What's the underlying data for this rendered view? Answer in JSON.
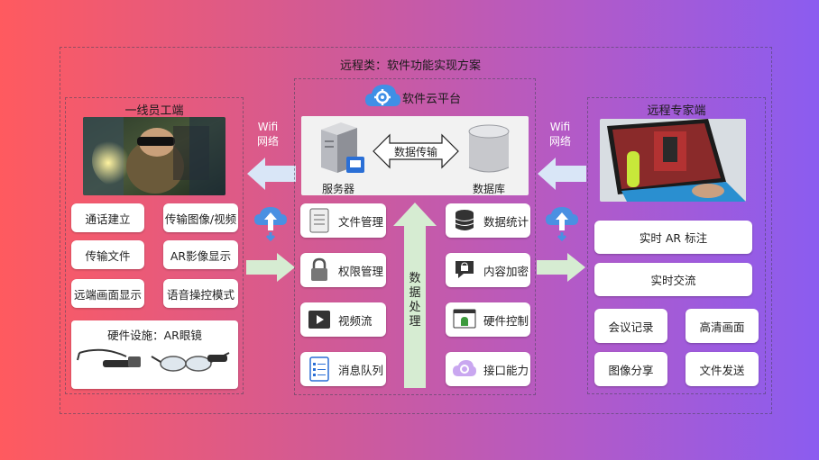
{
  "outer_title": "远程类：软件功能实现方案",
  "left": {
    "title": "一线员工端",
    "buttons": [
      "通话建立",
      "传输图像/视频",
      "传输文件",
      "AR影像显示",
      "远端画面显示",
      "语音操控模式"
    ],
    "hardware_label": "硬件设施：AR眼镜"
  },
  "center": {
    "title": "软件云平台",
    "server_label": "服务器",
    "db_label": "数据库",
    "transfer_label": "数据传输",
    "left_cards": [
      "文件管理",
      "权限管理",
      "视频流",
      "消息队列"
    ],
    "right_cards": [
      "数据统计",
      "内容加密",
      "硬件控制",
      "接口能力"
    ],
    "processing_label": "数据处理"
  },
  "right": {
    "title": "远程专家端",
    "wide_buttons": [
      "实时 AR 标注",
      "实时交流"
    ],
    "buttons": [
      "会议记录",
      "高清画面",
      "图像分享",
      "文件发送"
    ]
  },
  "wifi_label_1": "Wifi",
  "wifi_label_2": "网络",
  "colors": {
    "arrow_green": "#d6ecd2",
    "arrow_blue": "#d9e6f7",
    "cloud_blue": "#3f8fe6",
    "server_gray": "#a9abb2"
  }
}
